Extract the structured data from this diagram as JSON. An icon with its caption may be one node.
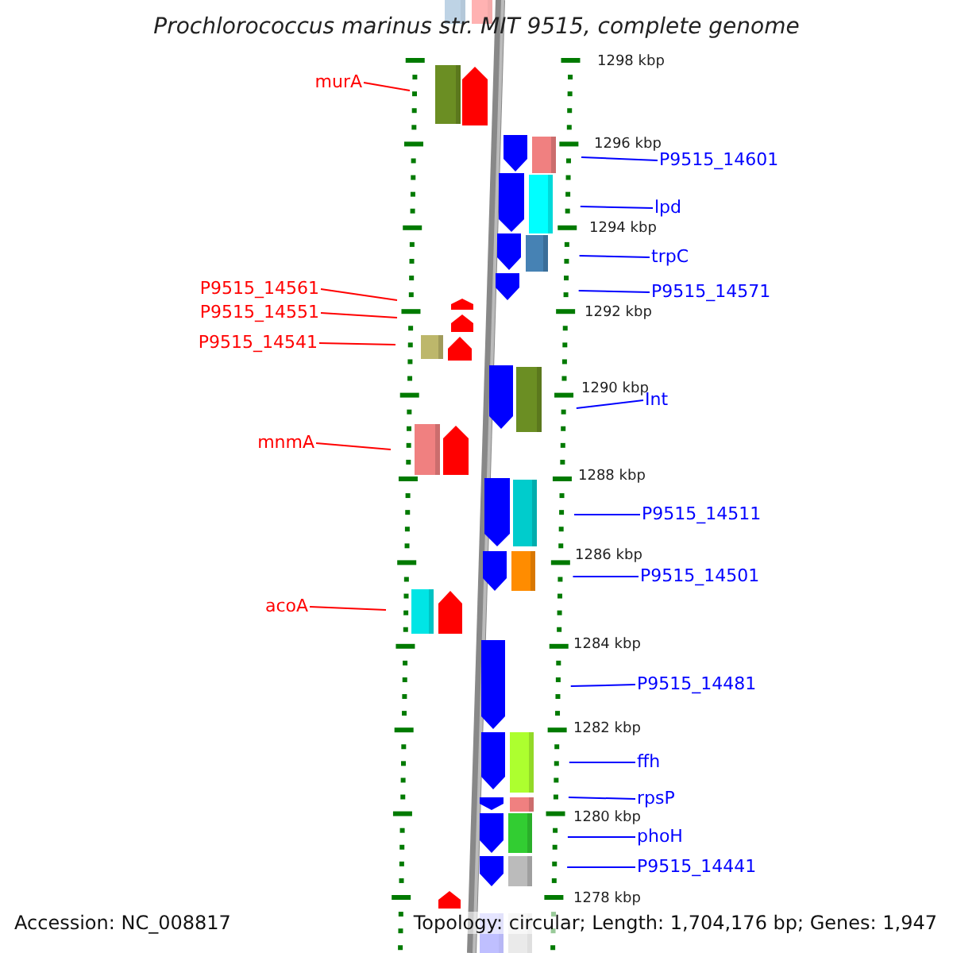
{
  "diagram": {
    "title": "Prochlorococcus marinus str. MIT 9515, complete genome",
    "nodes": [
      {
        "text": [
          "murA"
        ]
      },
      {
        "text": [
          "P9515_14601"
        ]
      },
      {
        "text": [
          "lpd"
        ]
      },
      {
        "text": [
          "trpC"
        ]
      },
      {
        "text": [
          "P9515_14561"
        ]
      },
      {
        "text": [
          "P9515_14571"
        ]
      },
      {
        "text": [
          "P9515_14551"
        ]
      },
      {
        "text": [
          "P9515_14541"
        ]
      },
      {
        "text": [
          "Int"
        ]
      },
      {
        "text": [
          "mnmA"
        ]
      },
      {
        "text": [
          "P9515_14511"
        ]
      },
      {
        "text": [
          "P9515_14501"
        ]
      },
      {
        "text": [
          "acoA"
        ]
      },
      {
        "text": [
          "P9515_14481"
        ]
      },
      {
        "text": [
          "ffh"
        ]
      },
      {
        "text": [
          "rpsP"
        ]
      },
      {
        "text": [
          "phoH"
        ]
      },
      {
        "text": [
          "P9515_14441"
        ]
      }
    ],
    "edges": [
      {
        "from": 0,
        "to": null,
        "arrow": "none",
        "color": "#ff0000"
      },
      {
        "from": 1,
        "to": null,
        "arrow": "none"
      },
      {
        "from": 2,
        "to": null,
        "arrow": "none"
      },
      {
        "from": 3,
        "to": null,
        "arrow": "none"
      },
      {
        "from": 4,
        "to": null,
        "arrow": "none",
        "color": "#ff0000"
      },
      {
        "from": 5,
        "to": null,
        "arrow": "none"
      },
      {
        "from": 6,
        "to": null,
        "arrow": "none",
        "color": "#ff0000"
      },
      {
        "from": 7,
        "to": null,
        "arrow": "none",
        "color": "#ff0000"
      },
      {
        "from": 8,
        "to": null,
        "arrow": "none"
      },
      {
        "from": 9,
        "to": null,
        "arrow": "none",
        "color": "#ff0000"
      },
      {
        "from": 10,
        "to": null,
        "arrow": "none"
      },
      {
        "from": 11,
        "to": null,
        "arrow": "none"
      },
      {
        "from": 12,
        "to": null,
        "arrow": "none",
        "color": "#ff0000"
      },
      {
        "from": 13,
        "to": null,
        "arrow": "none"
      },
      {
        "from": 14,
        "to": null,
        "arrow": "none"
      },
      {
        "from": 15,
        "to": null,
        "arrow": "none"
      },
      {
        "from": 16,
        "to": null,
        "arrow": "none"
      },
      {
        "from": 17,
        "to": null,
        "arrow": "none"
      }
    ],
    "labels": [
      "1298 kbp",
      "1296 kbp",
      "1294 kbp",
      "1292 kbp",
      "1290 kbp",
      "1288 kbp",
      "1286 kbp",
      "1284 kbp",
      "1282 kbp",
      "1280 kbp",
      "1278 kbp",
      "Accession: NC_008817",
      "Topology: circular; Length: 1,704,176 bp; Genes: 1,947"
    ]
  }
}
